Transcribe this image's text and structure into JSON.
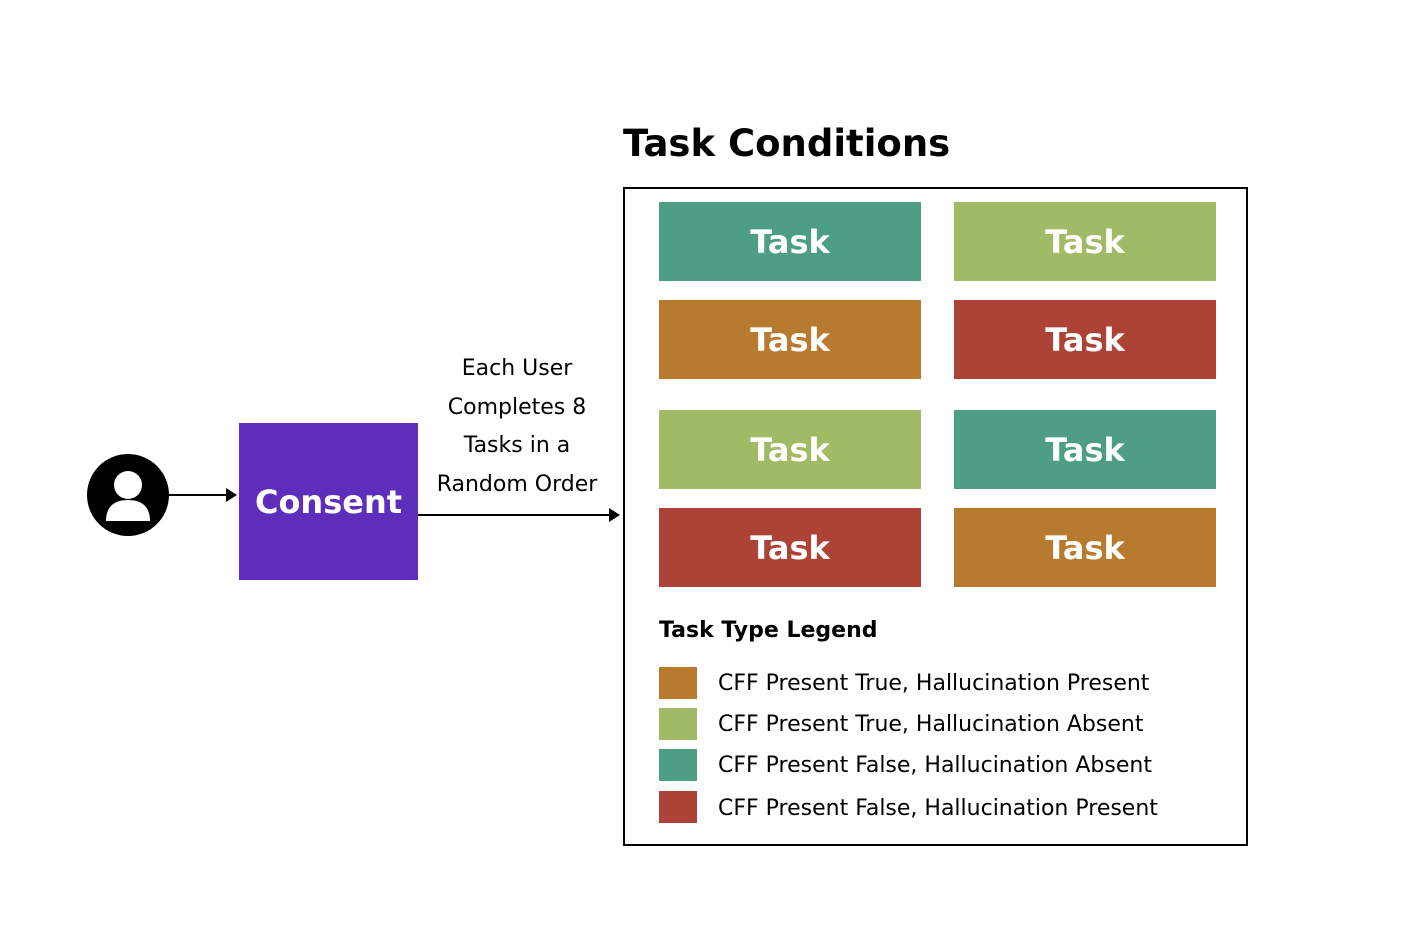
{
  "consent": {
    "label": "Consent"
  },
  "flow": {
    "label": "Each User Completes 8 Tasks in a Random Order"
  },
  "conditions": {
    "title": "Task Conditions",
    "tasks": [
      {
        "label": "Task",
        "type": "cff-false-hallucination-absent"
      },
      {
        "label": "Task",
        "type": "cff-true-hallucination-absent"
      },
      {
        "label": "Task",
        "type": "cff-true-hallucination-present"
      },
      {
        "label": "Task",
        "type": "cff-false-hallucination-present"
      },
      {
        "label": "Task",
        "type": "cff-true-hallucination-absent"
      },
      {
        "label": "Task",
        "type": "cff-false-hallucination-absent"
      },
      {
        "label": "Task",
        "type": "cff-false-hallucination-present"
      },
      {
        "label": "Task",
        "type": "cff-true-hallucination-present"
      }
    ]
  },
  "legend": {
    "title": "Task Type Legend",
    "items": [
      {
        "label": "CFF Present True, Hallucination Present",
        "color": "#b87a2e"
      },
      {
        "label": "CFF Present True, Hallucination Absent",
        "color": "#a1ba66"
      },
      {
        "label": "CFF Present False, Hallucination Absent",
        "color": "#4e9e86"
      },
      {
        "label": "CFF Present False, Hallucination Present",
        "color": "#ad4237"
      }
    ]
  },
  "colors": {
    "consent": "#5e2dbb",
    "cff-true-hallucination-present": "#b87a2e",
    "cff-true-hallucination-absent": "#a1ba66",
    "cff-false-hallucination-absent": "#4e9e86",
    "cff-false-hallucination-present": "#ad4237"
  }
}
